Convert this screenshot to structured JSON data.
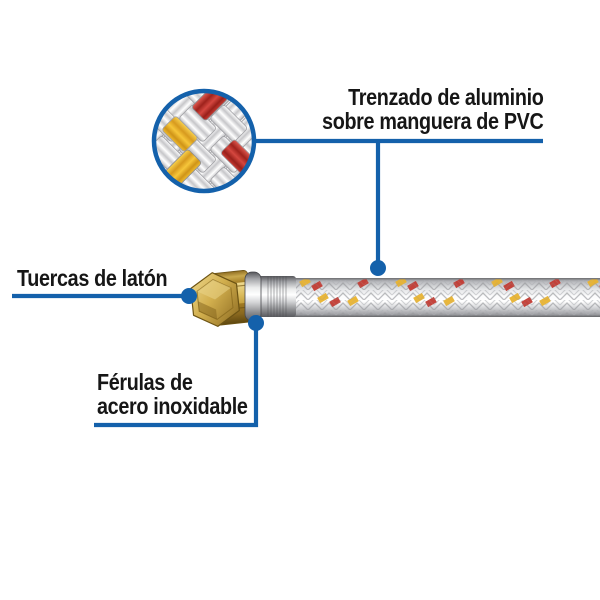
{
  "callouts": {
    "braid": {
      "line1": "Trenzado de aluminio",
      "line2": "sobre manguera de PVC"
    },
    "nuts": {
      "label": "Tuercas de latón"
    },
    "ferrules": {
      "line1": "Férulas de",
      "line2": "acero inoxidable"
    }
  },
  "colors": {
    "leader_blue": "#1461ab",
    "text": "#161616",
    "background": "#ffffff",
    "braid_silver": "#d8d9db",
    "fleck_yellow": "#e9b32f",
    "fleck_red": "#c23a32",
    "brass": "#c9a43c",
    "chrome": "#d4d5d7"
  }
}
